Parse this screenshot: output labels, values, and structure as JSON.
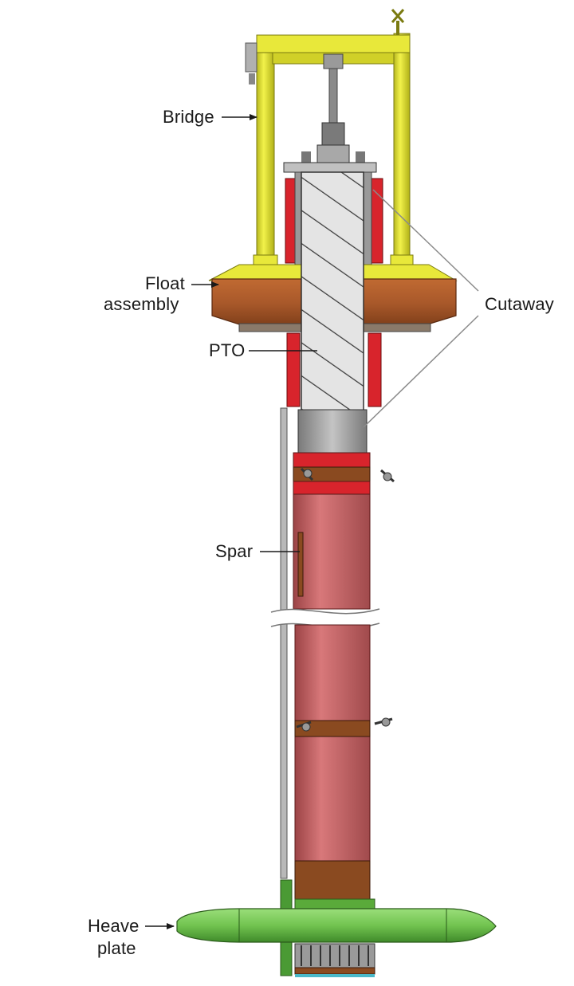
{
  "labels": {
    "bridge": "Bridge",
    "float_line1": "Float",
    "float_line2": "assembly",
    "pto": "PTO",
    "cutaway": "Cutaway",
    "spar": "Spar",
    "heave_line1": "Heave",
    "heave_line2": "plate"
  },
  "colors": {
    "bridge": "#e8e83a",
    "float": "#a8582a",
    "red_liner": "#d8242c",
    "spar": "#c8686a",
    "pto": "#dcdcdc",
    "steel": "#9a9a9a",
    "heave_plate": "#7cc85c",
    "collar": "#8a4a20"
  }
}
